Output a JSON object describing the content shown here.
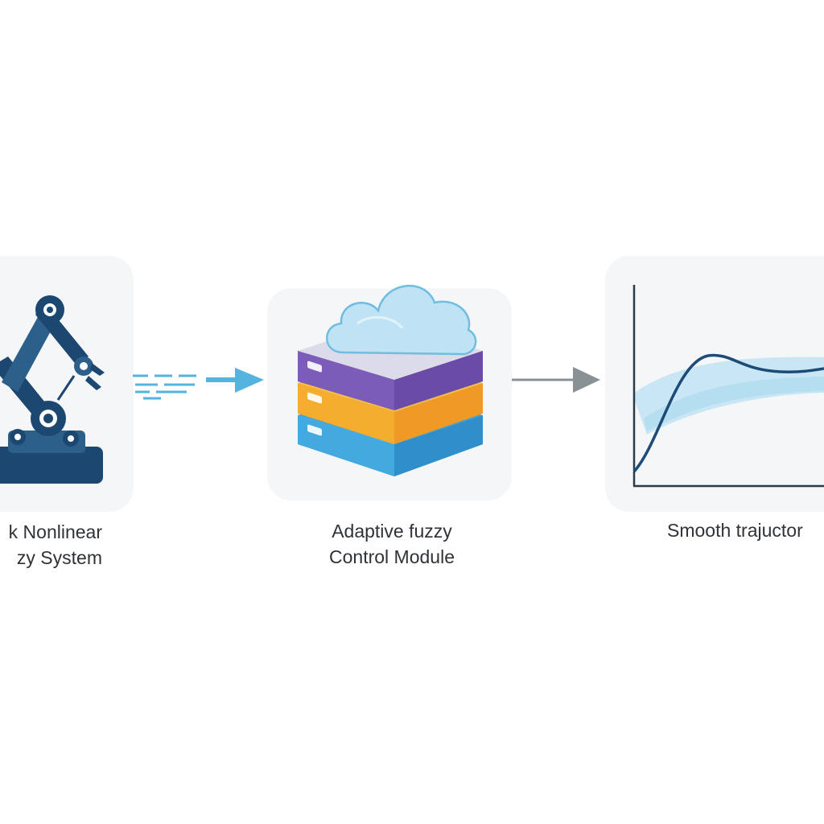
{
  "stages": [
    {
      "id": "left",
      "label_lines": [
        "k Nonlinear",
        "zy System"
      ],
      "icon": "robot-arm-icon"
    },
    {
      "id": "center",
      "label_lines": [
        "Adaptive fuzzy",
        "Control Module"
      ],
      "icon": "cloud-layer-stack-icon"
    },
    {
      "id": "right",
      "label_lines": [
        "Smooth trajuctor"
      ],
      "icon": "trajectory-plot-icon"
    }
  ],
  "colors": {
    "robot_dark": "#1c4770",
    "robot_mid": "#2d5f8b",
    "cloud_fill": "#bfe3f4",
    "cloud_edge": "#6fbde0",
    "layer_top": "#7b5cb8",
    "layer_mid": "#f2a634",
    "layer_bottom": "#3a9fd8",
    "arrow_dashed": "#55b4de",
    "arrow_solid": "#8a9195",
    "curve": "#1d4b78",
    "band": "#bfe3f2"
  }
}
